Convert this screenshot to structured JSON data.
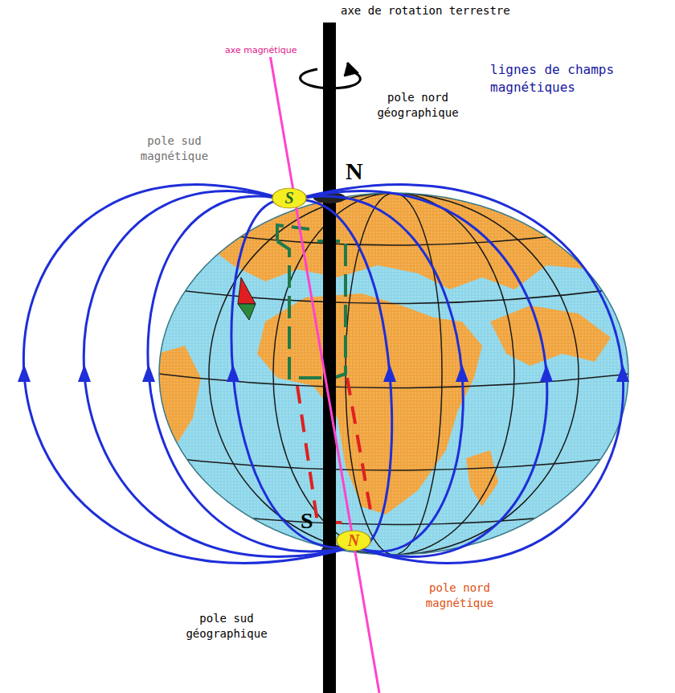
{
  "diagram": {
    "nodes": [
      {
        "text": [
          "S"
        ]
      },
      {
        "text": [
          "N"
        ]
      }
    ],
    "labels": [
      "axe de rotation terrestre",
      "axe magnétique",
      "lignes de champs magnétiques",
      "pole nord géographique",
      "pole sud magnétique",
      "N",
      "S",
      "pole nord magnétique",
      "pole sud géographique"
    ]
  }
}
